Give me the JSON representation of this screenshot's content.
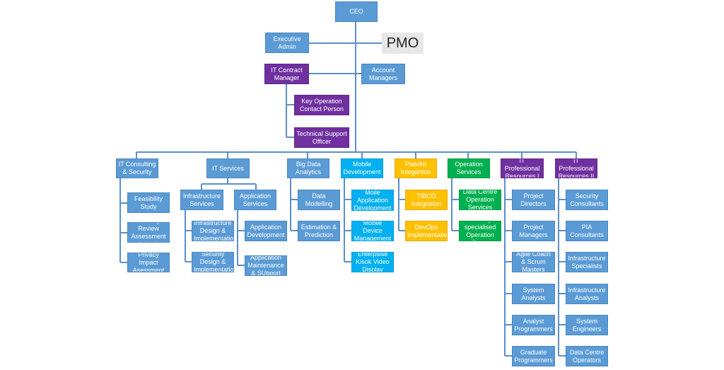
{
  "colors": {
    "box_blue": "#5b9bd5",
    "box_purple": "#7030a0",
    "box_cyan": "#00b0f0",
    "box_orange": "#ffc000",
    "box_green": "#00b050",
    "connector": "#5b8fc9",
    "pmo_background": "#e7e7e7"
  },
  "nodes": {
    "ceo": "CEO",
    "executive_admin": "Executive Admin",
    "pmo": "PMO",
    "it_contract_manager": "IT Contract Manager",
    "account_managers": "Account Managers",
    "key_operation_contact": "Key Operation Contact Person",
    "technical_support_officer": "Technical Support Officer",
    "it_consulting_security": "IT Consulting & Security",
    "feasibility_study": "Feasibility Study",
    "security_review_assessment": "Security Review Assessment & Audit",
    "privacy_impact_assessment": "Privacy Impact Asessment",
    "it_services": "IT Services",
    "infrastructure_services": "Infrastructure Services",
    "application_services": "Application Services",
    "infrastructure_design_implementation": "Infrastructure Design & Implementation",
    "security_design_implementation": "Security Design & Implementation",
    "application_development": "Application Development",
    "application_maintenance_support": "Application Maintenance & SUpport",
    "big_data_analytics": "Big Data Analytics",
    "data_modelling": "Data Modelling",
    "estimation_prediction": "Estimation & Prediction",
    "mobile_development": "Mobile Development",
    "mobile_application_development": "Moile Application Development",
    "mobile_device_management": "Mobile Device Management",
    "enterprise_kiosk_video": "Enterpsise Kisok Video Display",
    "platform_integration": "Platofm Integartion",
    "tibco_integration": "TIBCO Integration",
    "devops_implementation": "DevOps Implementation",
    "operation_services": "Operation Services",
    "data_centre_operation_services": "Data Centre Operation Services",
    "industry_specialised_operation": "Industry specialised Operation Team",
    "it_professional_resources_1": "IT Professional Resources I",
    "project_directors": "Project Directors",
    "project_managers": "Project Managers",
    "agile_coach_scrum_masters": "Agile Coach & Scrum Masters",
    "system_analysts": "System Analysts",
    "analyst_programmers": "Analyst Programmers",
    "graduate_programmers": "Graduate Programmers",
    "it_professional_resources_2": "IT Professional Resources II",
    "security_consultants": "Security Consultants",
    "pia_consultants": "PIA Consultants",
    "infrastructure_specialists": "Infrastructure Specialists",
    "infrastructure_analysts": "Infrastructure Analysts",
    "system_engineers": "System Engineers",
    "data_centre_operators": "Data Centre Operators"
  }
}
